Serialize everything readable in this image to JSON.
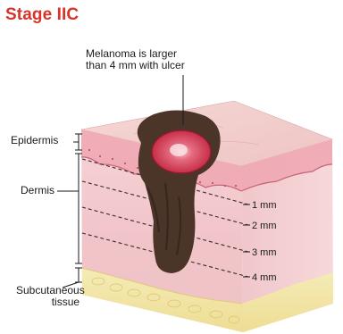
{
  "title": "Stage IIC",
  "caption": {
    "line1": "Melanoma is larger",
    "line2": "than 4 mm with ulcer"
  },
  "layers": {
    "epidermis": "Epidermis",
    "dermis": "Dermis",
    "subcutaneous_line1": "Subcutaneous",
    "subcutaneous_line2": "tissue"
  },
  "depth_markers": [
    "1 mm",
    "2 mm",
    "3 mm",
    "4 mm"
  ],
  "colors": {
    "title": "#d8332a",
    "epidermis": "#f2b8bf",
    "dermis": "#f3c7cc",
    "subcutaneous": "#f3e6a5",
    "tumor": "#4a3528",
    "ulcer": "#d93a55"
  }
}
